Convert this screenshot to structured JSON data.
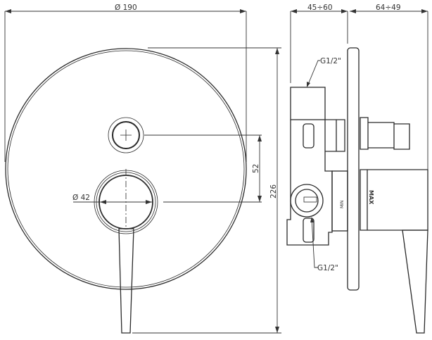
{
  "front_view": {
    "dim_diameter_plate": "Ø 190",
    "dim_height_total": "226",
    "dim_axis_distance": "52",
    "dim_diameter_knob": "Ø 42"
  },
  "side_view": {
    "dim_wall_depth": "45÷60",
    "dim_projection": "64÷49",
    "inlet_top": "G1/2\"",
    "inlet_bottom": "G1/2\"",
    "mark_max": "MAX",
    "mark_min": "MIN"
  },
  "colors": {
    "line": "#2a2a2a",
    "background": "#ffffff"
  }
}
